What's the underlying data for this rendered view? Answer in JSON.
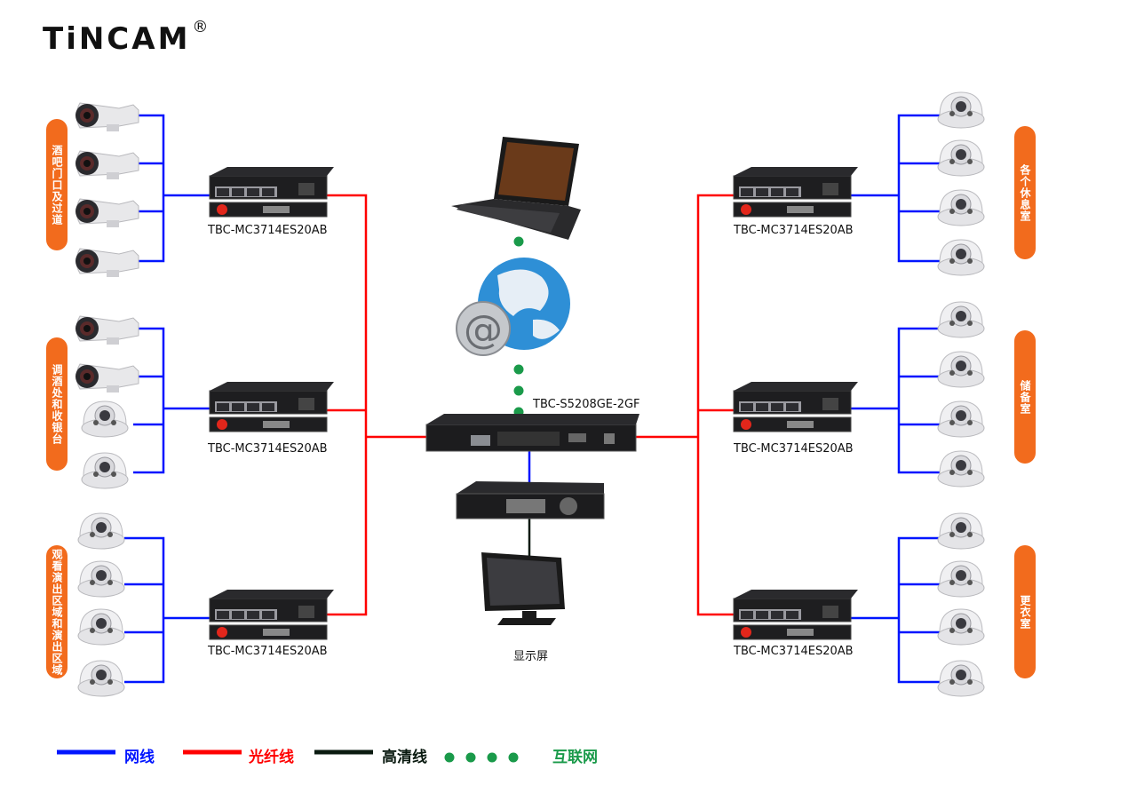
{
  "brand": {
    "logo_text": "TiNCAM",
    "registered": "®"
  },
  "zones_left": [
    {
      "label": "酒吧门口及过道"
    },
    {
      "label": "调酒处和收银台"
    },
    {
      "label": "观看演出区域和演出区域"
    }
  ],
  "zones_right": [
    {
      "label": "各个休息室"
    },
    {
      "label": "储备室"
    },
    {
      "label": "更衣室"
    }
  ],
  "converters": {
    "model": "TBC-MC3714ES20AB"
  },
  "switch": {
    "model": "TBC-S5208GE-2GF"
  },
  "monitor": {
    "label": "显示屏"
  },
  "legend": {
    "network": {
      "label": "网线",
      "color": "#0015ff"
    },
    "fiber": {
      "label": "光纤线",
      "color": "#ff0000"
    },
    "hd": {
      "label": "高清线",
      "color": "#0a1a10"
    },
    "internet": {
      "label": "互联网",
      "color": "#1a9a4a"
    }
  },
  "colors": {
    "accent": "#f26b1d"
  }
}
